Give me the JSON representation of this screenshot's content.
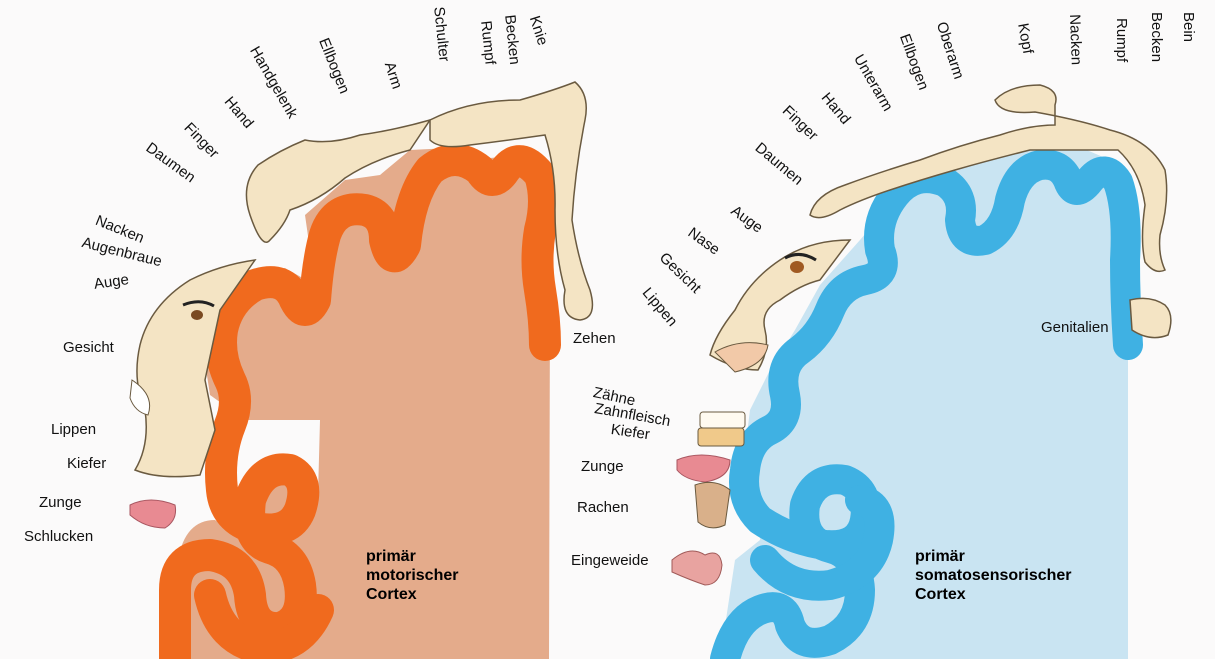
{
  "motor": {
    "title_lines": [
      "primär",
      "motorischer",
      "Cortex"
    ],
    "labels": [
      "Knie",
      "Becken",
      "Rumpf",
      "Schulter",
      "Arm",
      "Ellbogen",
      "Handgelenk",
      "Hand",
      "Finger",
      "Daumen",
      "Nacken",
      "Augenbraue",
      "Auge",
      "Gesicht",
      "Lippen",
      "Kiefer",
      "Zunge",
      "Schlucken",
      "Zehen"
    ],
    "colors": {
      "cortex": "#f06a1e",
      "fill": "#e4ab8b",
      "body": "#f4e4c4",
      "tongue": "#e88a92"
    }
  },
  "sensory": {
    "title_lines": [
      "primär",
      "somatosensorischer",
      "Cortex"
    ],
    "labels": [
      "Bein",
      "Becken",
      "Rumpf",
      "Nacken",
      "Kopf",
      "Oberarm",
      "Ellbogen",
      "Unterarm",
      "Hand",
      "Finger",
      "Daumen",
      "Auge",
      "Nase",
      "Gesicht",
      "Lippen",
      "Genitalien",
      "Zähne",
      "Zahnfleisch",
      "Kiefer",
      "Zunge",
      "Rachen",
      "Eingeweide"
    ],
    "colors": {
      "cortex": "#3fb1e3",
      "fill": "#c9e4f2",
      "body": "#f4e4c4",
      "tongue": "#e88a92"
    }
  }
}
